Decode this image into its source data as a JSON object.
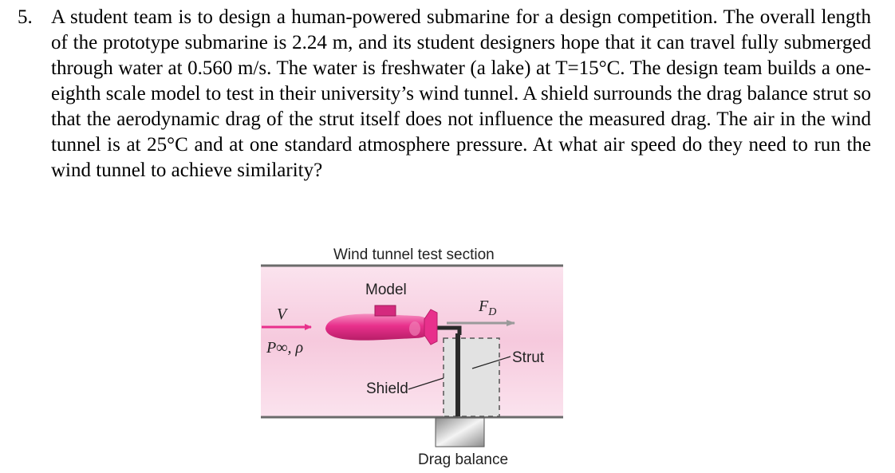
{
  "problem": {
    "number": "5.",
    "text": "A student team is to design a human-powered submarine for a design competition. The overall length of the prototype submarine is 2.24 m, and its student designers hope that it can travel fully submerged through water at 0.560 m/s. The water is freshwater (a lake) at T=15°C. The design team builds a one-eighth scale model to test in their university’s wind tunnel. A shield surrounds the drag balance strut so that the aerodynamic drag of the strut itself does not influence the measured drag. The air in the wind tunnel is at 25°C and at one standard atmosphere pressure. At what air speed do they need to run the wind tunnel to achieve similarity?"
  },
  "figure": {
    "title": "Wind tunnel test section",
    "model_label": "Model",
    "velocity_label": "V",
    "pressure_density_label": "P∞, ρ",
    "drag_force_label": "F",
    "drag_force_subscript": "D",
    "strut_label": "Strut",
    "shield_label": "Shield",
    "balance_label": "Drag balance",
    "colors": {
      "tunnel_fill": "#f9d6e6",
      "wall": "#6b6b6b",
      "submarine": "#e8308c",
      "arrow": "#e8308c",
      "force_arrow": "#9a9a9a",
      "shield_fill": "#e4e4e4"
    }
  }
}
